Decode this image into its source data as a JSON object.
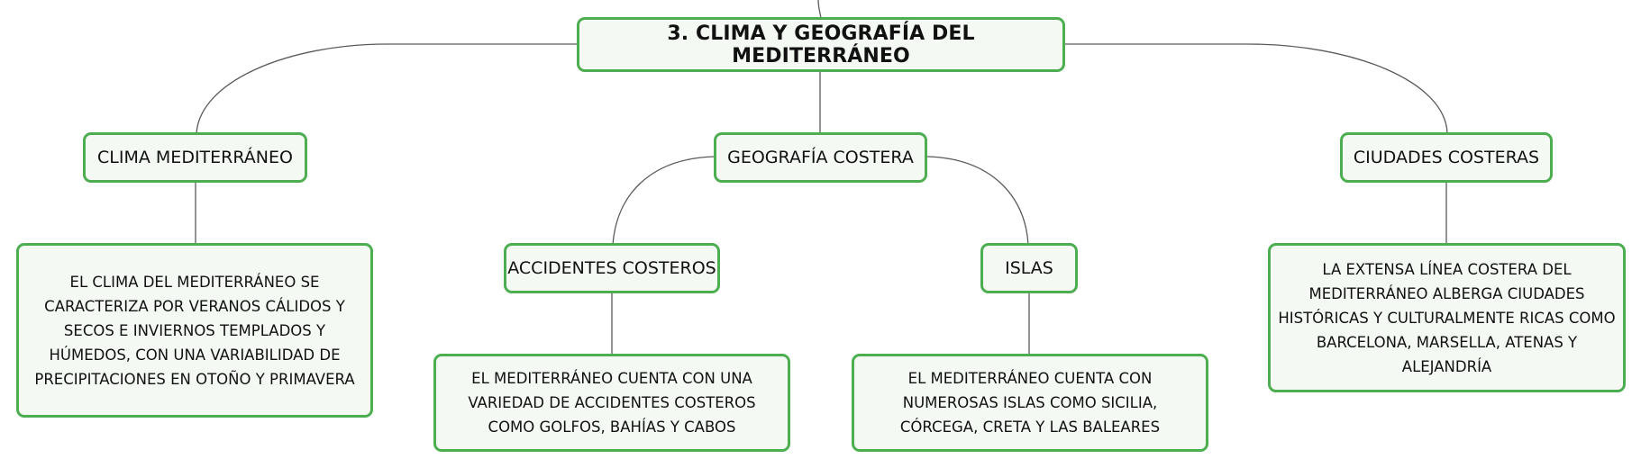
{
  "root": {
    "label": "3. CLIMA Y GEOGRAFÍA DEL MEDITERRÁNEO"
  },
  "branches": {
    "clima": {
      "label": "CLIMA MEDITERRÁNEO",
      "detail": "EL CLIMA DEL MEDITERRÁNEO SE CARACTERIZA POR VERANOS CÁLIDOS Y SECOS E INVIERNOS TEMPLADOS Y HÚMEDOS, CON UNA VARIABILIDAD DE PRECIPITACIONES EN OTOÑO Y PRIMAVERA"
    },
    "geografia": {
      "label": "GEOGRAFÍA COSTERA",
      "accidentes": {
        "label": "ACCIDENTES COSTEROS",
        "detail": "EL MEDITERRÁNEO CUENTA CON UNA VARIEDAD DE ACCIDENTES COSTEROS COMO GOLFOS, BAHÍAS Y CABOS"
      },
      "islas": {
        "label": "ISLAS",
        "detail": "EL MEDITERRÁNEO CUENTA CON NUMEROSAS ISLAS COMO SICILIA, CÓRCEGA, CRETA Y LAS BALEARES"
      }
    },
    "ciudades": {
      "label": "CIUDADES COSTERAS",
      "detail": "LA EXTENSA LÍNEA COSTERA DEL MEDITERRÁNEO ALBERGA CIUDADES HISTÓRICAS Y CULTURALMENTE RICAS COMO BARCELONA, MARSELLA, ATENAS Y ALEJANDRÍA"
    }
  },
  "colors": {
    "node_border": "#4cae50",
    "node_fill": "#f4f9f4",
    "connector": "#5a5a5a",
    "text": "#111111"
  }
}
